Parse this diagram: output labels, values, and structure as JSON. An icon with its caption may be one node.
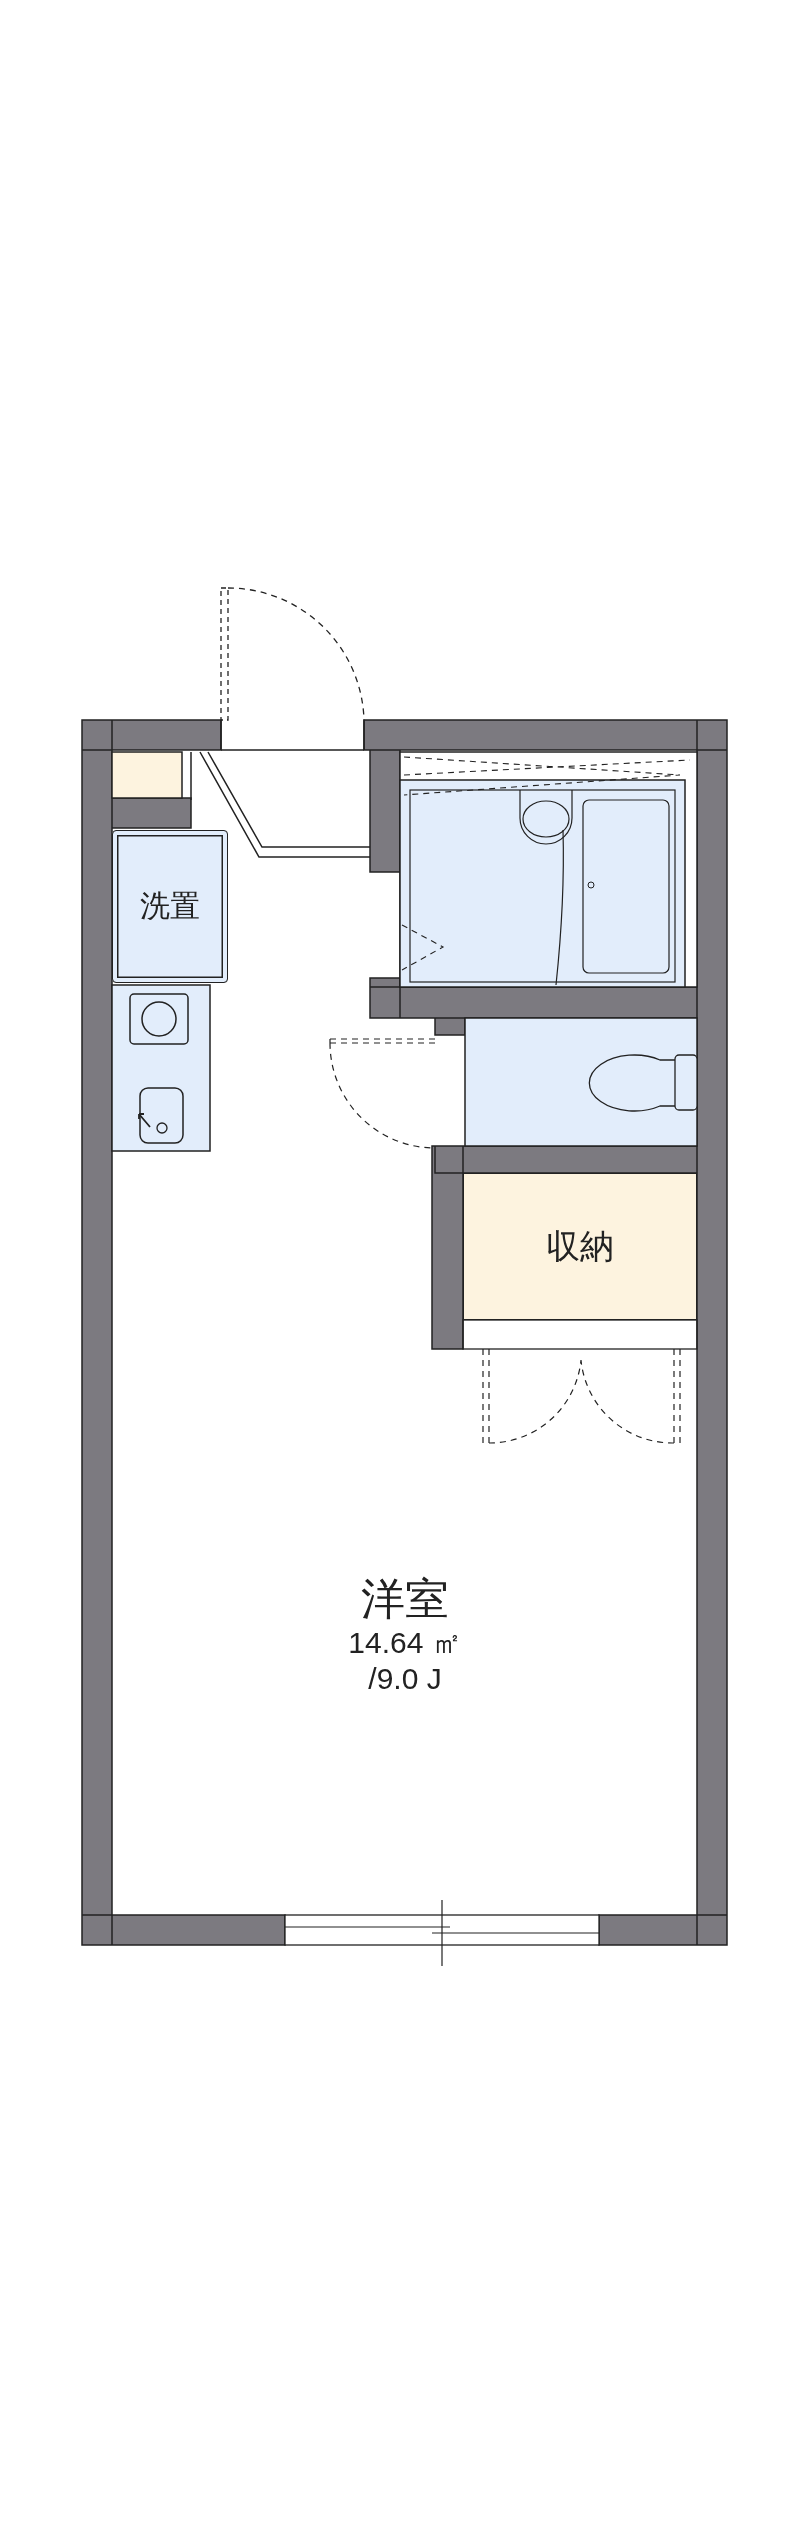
{
  "diagram": {
    "nodes": [
      {
        "text": [
          "洗置"
        ]
      },
      {
        "text": [
          "収納"
        ]
      },
      {
        "text": [
          "洋室",
          "14.64 ㎡",
          "/9.0 J"
        ]
      }
    ]
  }
}
